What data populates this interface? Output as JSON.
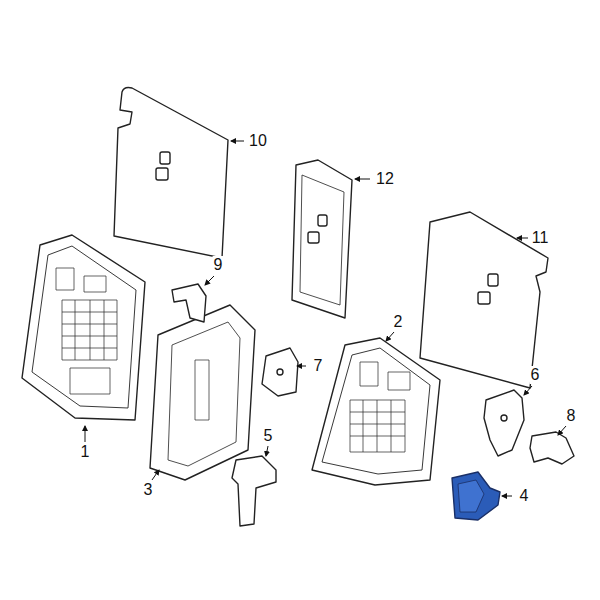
{
  "diagram": {
    "labels": [
      "10",
      "12",
      "11",
      "9",
      "2",
      "7",
      "6",
      "8",
      "1",
      "3",
      "5",
      "4"
    ]
  }
}
